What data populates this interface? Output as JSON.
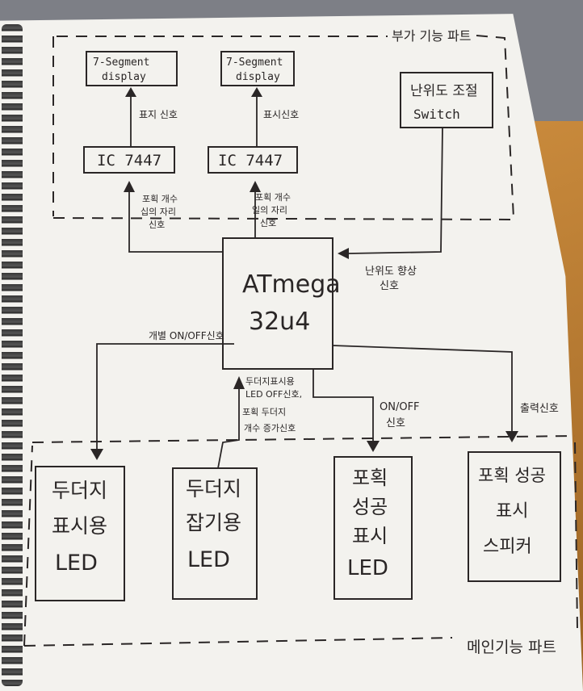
{
  "sections": {
    "aux_title": "부가 기능 파트",
    "main_title": "메인기능 파트"
  },
  "blocks": {
    "seg1": [
      "7-Segment",
      "display"
    ],
    "seg2": [
      "7-Segment",
      "display"
    ],
    "ic1": "IC 7447",
    "ic2": "IC 7447",
    "switch": [
      "난위도 조절",
      "Switch"
    ],
    "mcu": [
      "ATmega",
      "32u4"
    ],
    "led_mole_display": [
      "두더지",
      "표시용",
      "LED"
    ],
    "led_mole_catch": [
      "두더지",
      "잡기용",
      "LED"
    ],
    "led_success": [
      "포획",
      "성공",
      "표시",
      "LED"
    ],
    "speaker": [
      "포획 성공",
      "표시",
      "스피커"
    ]
  },
  "signals": {
    "display1": "표지 신호",
    "display2": "표시신호",
    "count_tens": [
      "포획 개수",
      "십의 자리",
      "신호"
    ],
    "count_ones": [
      "포획 개수",
      "일의 자리",
      "신호"
    ],
    "difficulty_up": [
      "난위도 향상",
      "신호"
    ],
    "individual_onoff": "개별 ON/OFF신호",
    "mole_led_in": [
      "두더지표시용",
      "LED OFF신호,",
      "포획 두더지",
      "개수 증가신호"
    ],
    "onoff": [
      "ON/OFF",
      "신호"
    ],
    "output": "출력신호"
  }
}
